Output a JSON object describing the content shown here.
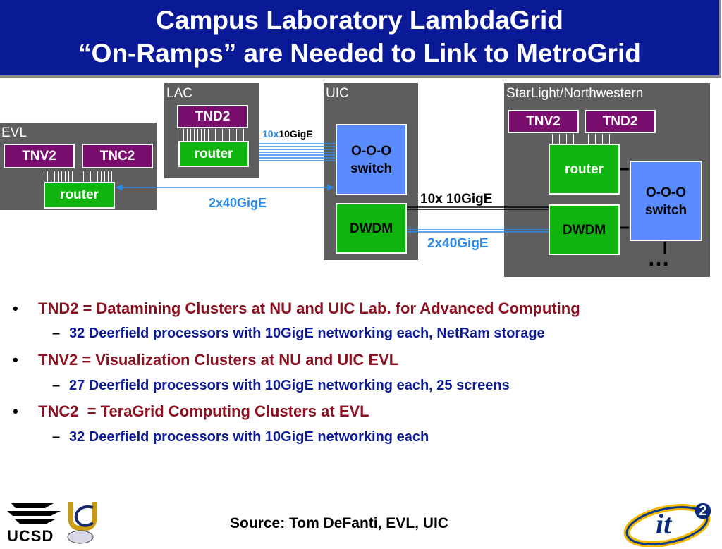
{
  "title": {
    "line1": "Campus Laboratory LambdaGrid",
    "line2": "“On-Ramps” are Needed to Link to MetroGrid"
  },
  "diagram": {
    "evl": {
      "label": "EVL",
      "tnv2": "TNV2",
      "tnc2": "TNC2",
      "router": "router"
    },
    "lac": {
      "label": "LAC",
      "tnd2": "TND2",
      "router": "router"
    },
    "uic": {
      "label": "UIC",
      "switch_line1": "O-O-O",
      "switch_line2": "switch",
      "dwdm": "DWDM"
    },
    "starlight": {
      "label": "StarLight/Northwestern",
      "tnv2": "TNV2",
      "tnd2": "TND2",
      "router": "router",
      "switch_line1": "O-O-O",
      "switch_line2": "switch",
      "dwdm": "DWDM",
      "ellipsis": "…"
    },
    "links": {
      "lac_uic_prefix": "10x",
      "lac_uic_suffix": "10GigE",
      "evl_uic": "2x40GigE",
      "uic_star_top": "10x 10GigE",
      "uic_star_bottom": "2x40GigE"
    },
    "colors": {
      "zone": "#5e5e5e",
      "cluster": "#7a0e6e",
      "router": "#0fb40f",
      "switch": "#5b8cff",
      "link_blue": "#2b8ae8",
      "title_bg": "#0a1a96"
    }
  },
  "bullets": [
    {
      "text": "TND2 = Datamining Clusters at NU and UIC Lab. for Advanced Computing",
      "sub": "32 Deerfield processors with 10GigE networking each, NetRam storage"
    },
    {
      "text": "TNV2 = Visualization Clusters at NU and UIC EVL",
      "sub": "27 Deerfield processors with 10GigE networking each, 25 screens"
    },
    {
      "text": "TNC2  = TeraGrid Computing Clusters at EVL",
      "sub": "32 Deerfield processors with 10GigE networking each"
    }
  ],
  "markers": {
    "bullet": "•",
    "dash": "–"
  },
  "source": "Source: Tom DeFanti, EVL, UIC",
  "logos": {
    "ucsd": "UCSD",
    "it2": "it",
    "it2_sup": "2"
  }
}
